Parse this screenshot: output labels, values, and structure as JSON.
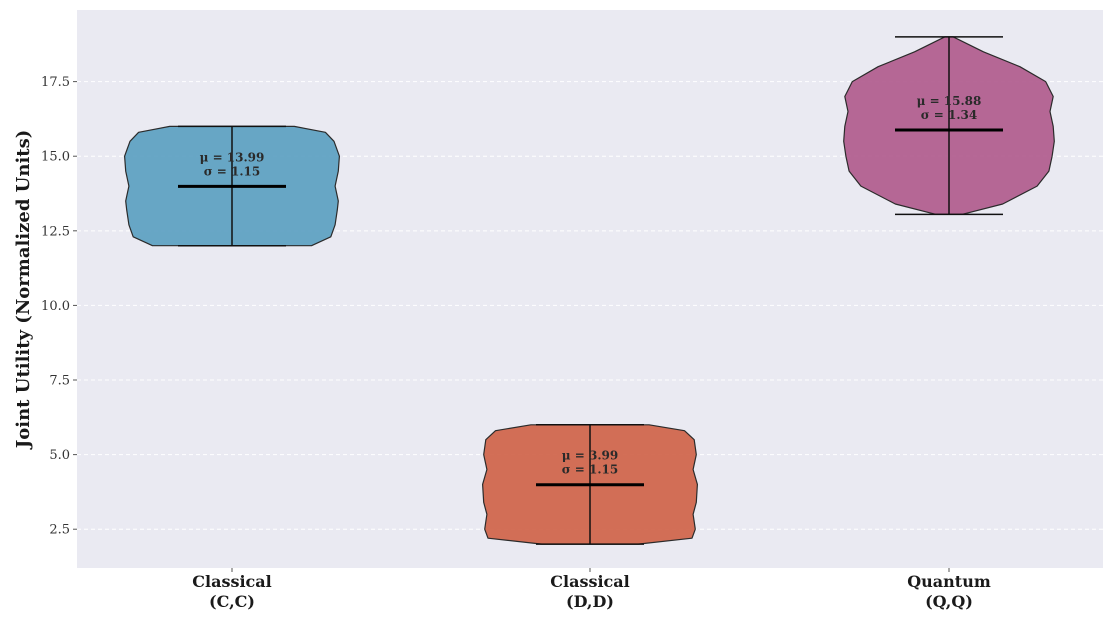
{
  "chart_data": {
    "type": "violin",
    "ylabel": "Joint Utility (Normalized Units)",
    "ylim": [
      1.2,
      19.9
    ],
    "yticks": [
      2.5,
      5.0,
      7.5,
      10.0,
      12.5,
      15.0,
      17.5
    ],
    "ytick_labels": [
      "2.5",
      "5.0",
      "7.5",
      "10.0",
      "12.5",
      "15.0",
      "17.5"
    ],
    "grid": true,
    "categories": [
      {
        "line1": "Classical",
        "line2": "(C,C)",
        "mean": 13.99,
        "std": 1.15,
        "min": 12.0,
        "max": 16.0,
        "mean_text": "μ = 13.99",
        "std_text": "σ = 1.15",
        "color": "#5b9fc1",
        "max_halfwidth": 0.6,
        "profile": [
          [
            12.0,
            0.74
          ],
          [
            12.3,
            0.92
          ],
          [
            12.7,
            0.96
          ],
          [
            13.2,
            0.98
          ],
          [
            13.5,
            0.99
          ],
          [
            14.0,
            0.96
          ],
          [
            14.5,
            0.99
          ],
          [
            15.0,
            1.0
          ],
          [
            15.5,
            0.95
          ],
          [
            15.8,
            0.87
          ],
          [
            16.0,
            0.58
          ]
        ]
      },
      {
        "line1": "Classical",
        "line2": "(D,D)",
        "mean": 3.99,
        "std": 1.15,
        "min": 2.0,
        "max": 6.0,
        "mean_text": "μ = 3.99",
        "std_text": "σ = 1.15",
        "color": "#cf6349",
        "max_halfwidth": 0.6,
        "profile": [
          [
            2.0,
            0.45
          ],
          [
            2.2,
            0.95
          ],
          [
            2.5,
            0.98
          ],
          [
            3.0,
            0.96
          ],
          [
            3.4,
            0.99
          ],
          [
            4.0,
            1.0
          ],
          [
            4.5,
            0.96
          ],
          [
            5.0,
            0.99
          ],
          [
            5.5,
            0.97
          ],
          [
            5.8,
            0.88
          ],
          [
            6.0,
            0.55
          ]
        ]
      },
      {
        "line1": "Quantum",
        "line2": "(Q,Q)",
        "mean": 15.88,
        "std": 1.34,
        "min": 13.05,
        "max": 19.0,
        "mean_text": "μ = 15.88",
        "std_text": "σ = 1.34",
        "color": "#b05b8d",
        "max_halfwidth": 0.6,
        "profile": [
          [
            13.05,
            0.12
          ],
          [
            13.4,
            0.5
          ],
          [
            14.0,
            0.82
          ],
          [
            14.5,
            0.93
          ],
          [
            15.0,
            0.96
          ],
          [
            15.5,
            0.98
          ],
          [
            16.0,
            0.97
          ],
          [
            16.5,
            0.94
          ],
          [
            17.0,
            0.97
          ],
          [
            17.5,
            0.9
          ],
          [
            18.0,
            0.66
          ],
          [
            18.5,
            0.32
          ],
          [
            19.0,
            0.04
          ]
        ]
      }
    ]
  }
}
